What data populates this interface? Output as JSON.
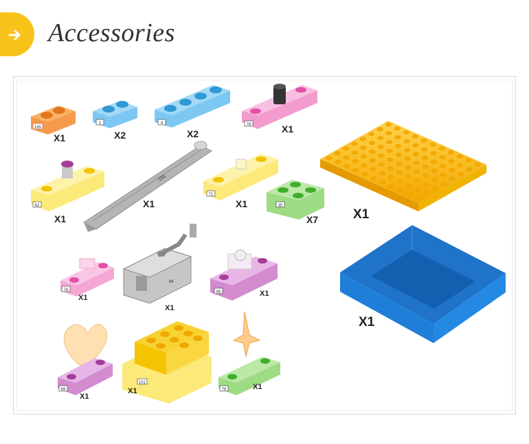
{
  "header": {
    "title": "Accessories",
    "icon": "arrow-right-icon",
    "badge_color": "#f7c21a"
  },
  "items": [
    {
      "id": "orange-1x2",
      "tag": "165",
      "qty": "X1"
    },
    {
      "id": "blue-1x2",
      "tag": "2",
      "qty": "X2"
    },
    {
      "id": "blue-1x4",
      "tag": "4",
      "qty": "X2"
    },
    {
      "id": "pink-motor",
      "tag": "78",
      "qty": "X1"
    },
    {
      "id": "yellow-switch",
      "tag": "62",
      "qty": "X1"
    },
    {
      "id": "gray-lever",
      "tag": "155",
      "qty": "X1"
    },
    {
      "id": "yellow-sensor",
      "tag": "71",
      "qty": "X1"
    },
    {
      "id": "green-2x2",
      "tag": "35",
      "qty": "X7"
    },
    {
      "id": "yellow-baseplate",
      "tag": "",
      "qty": "X1"
    },
    {
      "id": "pink-brick",
      "tag": "76",
      "qty": "X1"
    },
    {
      "id": "gray-crank",
      "tag": "84",
      "qty": "X1"
    },
    {
      "id": "purple-module",
      "tag": "99",
      "qty": "X1"
    },
    {
      "id": "blue-tray",
      "tag": "",
      "qty": "X1"
    },
    {
      "id": "purple-heart",
      "tag": "69",
      "qty": "X1"
    },
    {
      "id": "yellow-box",
      "tag": "101",
      "qty": "X1"
    },
    {
      "id": "green-star",
      "tag": "76",
      "qty": "X1"
    }
  ]
}
